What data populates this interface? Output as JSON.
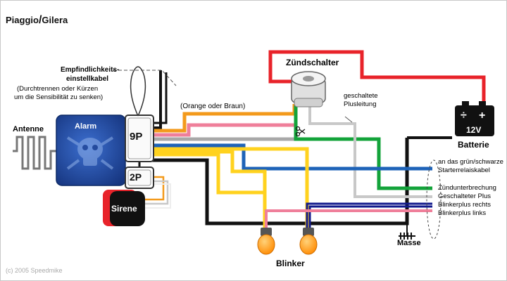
{
  "header": {
    "brand_left": "Piaggio",
    "brand_sep": "/",
    "brand_right": "Gilera"
  },
  "labels": {
    "sensitivity_title_1": "Empfindlichkeits-",
    "sensitivity_title_2": "einstellkabel",
    "sensitivity_note_1": "(Durchtrennen oder Kürzen",
    "sensitivity_note_2": "um die Sensibilität zu senken)",
    "antenna": "Antenne",
    "alarm": "Alarm",
    "connector_9p": "9P",
    "connector_2p": "2P",
    "siren": "Sirene",
    "orange_or_brown": "(Orange oder Braun)",
    "ignition_switch": "Zündschalter",
    "switched_plus_1": "geschaltete",
    "switched_plus_2": "Plusleitung",
    "battery_plus": "+",
    "battery_minus": "÷",
    "battery_voltage": "12V",
    "battery": "Batterie",
    "starter_1": "an das grün/schwarze",
    "starter_2": "Starterrelaiskabel",
    "ignition_cut": "Zündunterbrechung",
    "switched_plus_out": "Geschalteter Plus",
    "indicator_right": "Blinkerplus rechts",
    "indicator_left": "Blinkerplus  links",
    "ground": "Masse",
    "indicators": "Blinker",
    "copyright": "(c) 2005 Speedmike"
  },
  "colors": {
    "red": "#e8232a",
    "black": "#111111",
    "orange": "#f39a1c",
    "pink": "#ef7f9a",
    "gray": "#a8a8a8",
    "yellow": "#ffd21e",
    "blue": "#1e63b8",
    "green": "#13a33a",
    "navy": "#121a8c",
    "alarm_blue": "#1f4ea8",
    "bulb_orange": "#ff9a00"
  }
}
